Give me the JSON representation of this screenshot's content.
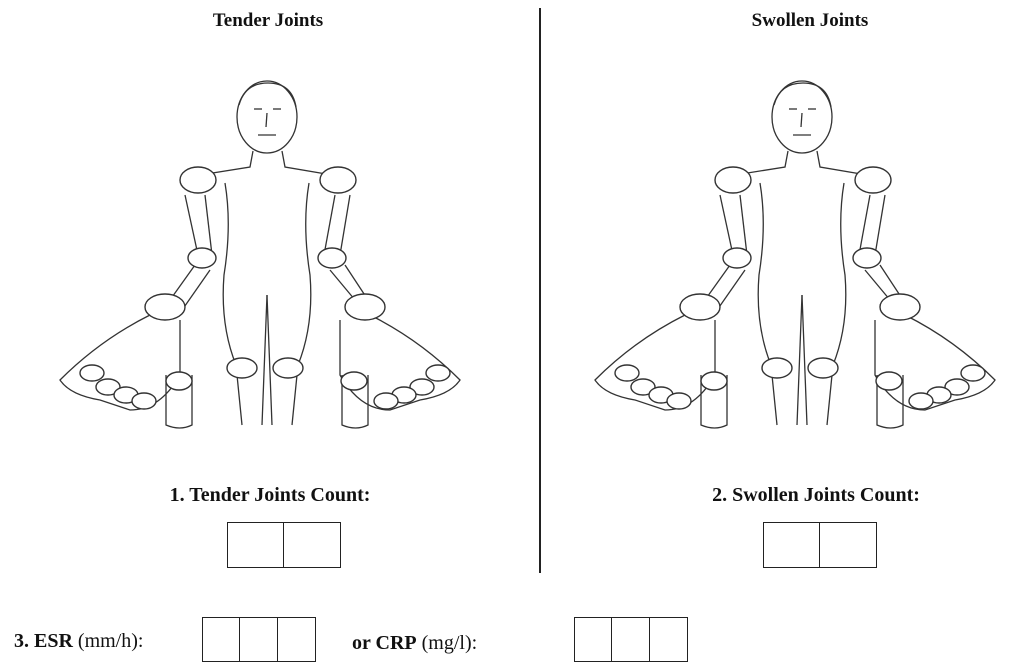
{
  "tender": {
    "heading": "Tender Joints",
    "count_label": "1. Tender Joints Count:"
  },
  "swollen": {
    "heading": "Swollen Joints",
    "count_label": "2. Swollen Joints Count:"
  },
  "esr": {
    "label_bold": "3. ESR",
    "label_unit": "(mm/h):"
  },
  "crp": {
    "label_bold": "or CRP",
    "label_unit": "(mg/l):"
  },
  "figure": {
    "icon": "human-body-joint-diagram-icon"
  }
}
